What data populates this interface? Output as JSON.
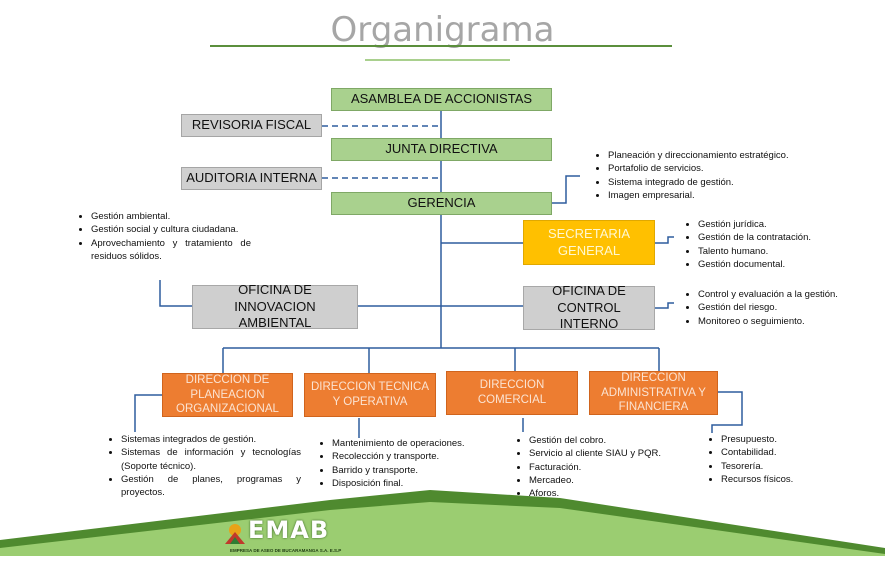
{
  "title": "Organigrama",
  "boxes": {
    "asamblea": "ASAMBLEA DE ACCIONISTAS",
    "revisoria": "REVISORIA FISCAL",
    "junta": "JUNTA DIRECTIVA",
    "auditoria": "AUDITORIA INTERNA",
    "gerencia": "GERENCIA",
    "secretaria": "SECRETARIA GENERAL",
    "innovacion": "OFICINA DE INNOVACION AMBIENTAL",
    "control": "OFICINA DE CONTROL INTERNO",
    "planeacion": "DIRECCION DE PLANEACION ORGANIZACIONAL",
    "tecnica": "DIRECCION TECNICA Y OPERATIVA",
    "comercial": "DIRECCION COMERCIAL",
    "administrativa": "DIRECCION ADMINISTRATIVA Y FINANCIERA"
  },
  "lists": {
    "gerencia": [
      "Planeación y direccionamiento estratégico.",
      "Portafolio de servicios.",
      "Sistema integrado de gestión.",
      "Imagen empresarial."
    ],
    "innovacion": [
      "Gestión ambiental.",
      "Gestión social y cultura ciudadana.",
      "Aprovechamiento y tratamiento de residuos sólidos."
    ],
    "secretaria": [
      "Gestión jurídica.",
      "Gestión de la contratación.",
      "Talento humano.",
      "Gestión documental."
    ],
    "control": [
      "Control y evaluación a la gestión.",
      "Gestión del riesgo.",
      "Monitoreo o seguimiento."
    ],
    "planeacion": [
      "Sistemas integrados de gestión.",
      "Sistemas de información y tecnologías (Soporte técnico).",
      "Gestión de planes, programas y proyectos."
    ],
    "tecnica": [
      "Mantenimiento de operaciones.",
      "Recolección y transporte.",
      "Barrido y transporte.",
      "Disposición final."
    ],
    "comercial": [
      "Gestión del cobro.",
      "Servicio al cliente SIAU y PQR.",
      "Facturación.",
      "Mercadeo.",
      "Aforos."
    ],
    "administrativa": [
      "Presupuesto.",
      "Contabilidad.",
      "Tesorería.",
      "Recursos físicos."
    ]
  },
  "logo": {
    "name": "EMAB",
    "subtitle": "EMPRESA DE ASEO DE BUCARAMANGA S.A. E.S.P"
  },
  "colors": {
    "green": "#a9d18e",
    "gray": "#d0d0d0",
    "yellow": "#ffc000",
    "orange": "#ed7d31",
    "connector": "#2e5d9e"
  }
}
